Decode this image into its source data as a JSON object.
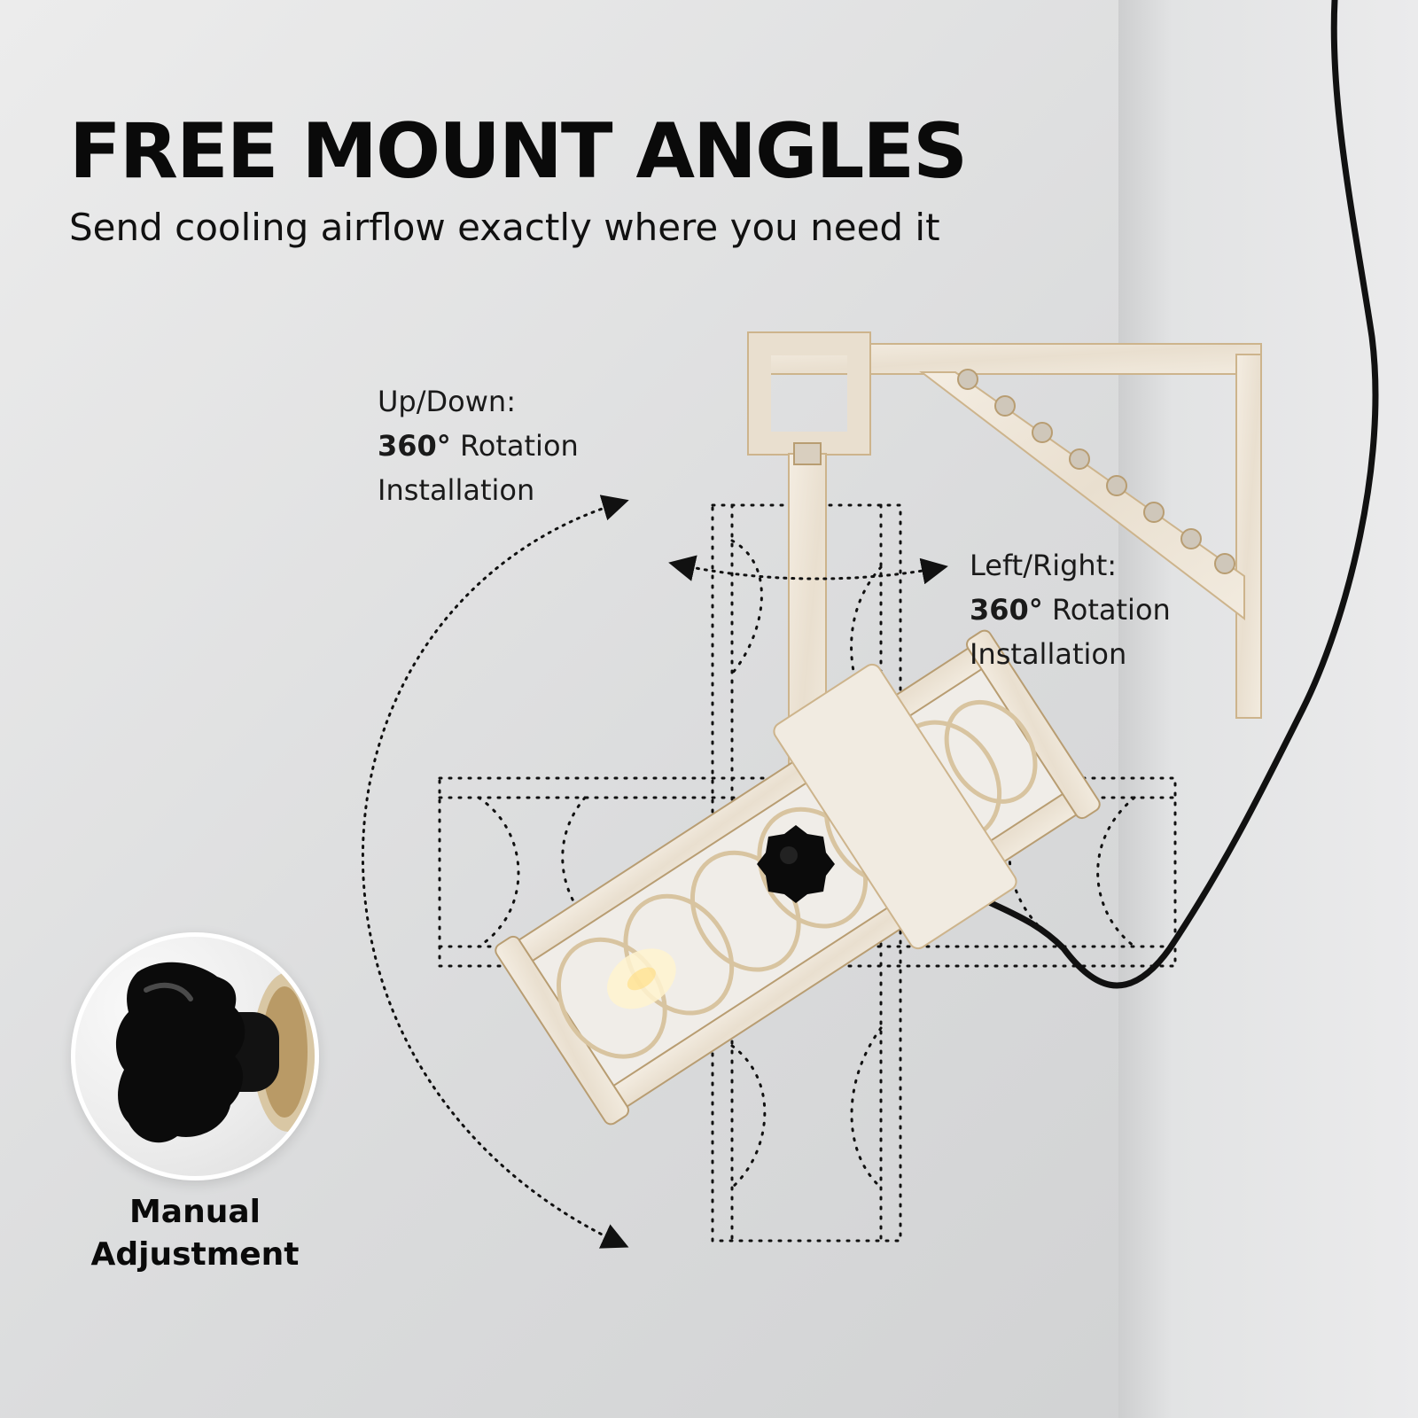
{
  "headline": "FREE MOUNT ANGLES",
  "subheadline": "Send cooling airflow exactly where you need it",
  "callout_updown": {
    "line1": "Up/Down:",
    "degrees": "360°",
    "rotation": " Rotation",
    "line3": "Installation"
  },
  "callout_leftright": {
    "line1": "Left/Right:",
    "degrees": "360°",
    "rotation": " Rotation",
    "line3": "Installation"
  },
  "knob_label": {
    "line1": "Manual",
    "line2": "Adjustment"
  },
  "colors": {
    "background": "#e3e3e4",
    "fixture_cream": "#efe7da",
    "fixture_gold": "#c9a878",
    "cord": "#111111",
    "knob": "#0b0b0b",
    "text": "#0a0a0a"
  },
  "icons": [
    "rotation-arrow-icon",
    "knob-icon"
  ]
}
